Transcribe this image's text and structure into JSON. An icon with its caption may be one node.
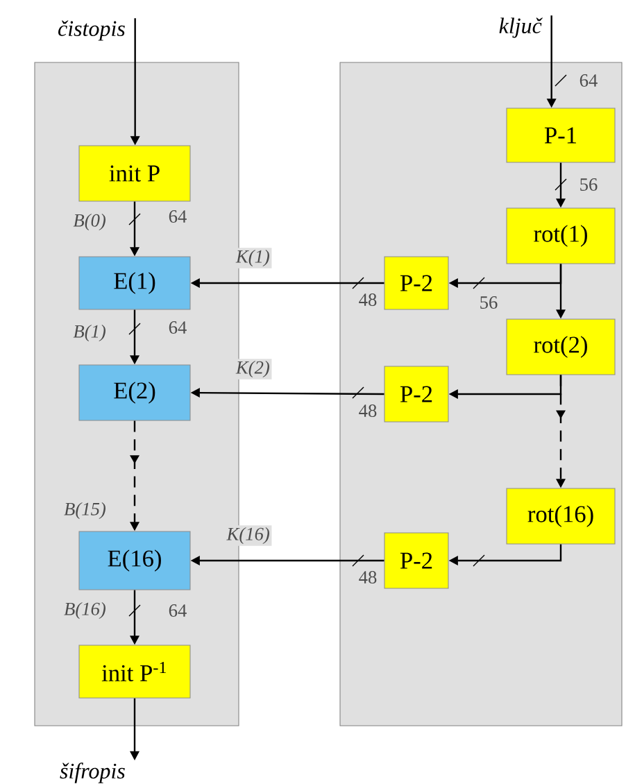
{
  "diagram": {
    "nodes": [
      {
        "text": [],
        "shape": "box"
      },
      {
        "text": [],
        "shape": "box"
      },
      {
        "text": [
          "čistopis"
        ]
      },
      {
        "text": [
          "init P"
        ],
        "in": 0
      },
      {
        "text": [
          "E(1)"
        ],
        "in": 0
      },
      {
        "text": [
          "E(2)"
        ],
        "in": 0
      },
      {
        "text": [
          "E(16)"
        ],
        "in": 0
      },
      {
        "text": [
          "init P$^{-1}$"
        ],
        "in": 0
      },
      {
        "text": [
          "šifropis"
        ]
      },
      {
        "text": [
          "ključ"
        ]
      },
      {
        "text": [
          "P-1"
        ],
        "in": 1
      },
      {
        "text": [
          "rot(1)"
        ],
        "in": 1
      },
      {
        "text": [
          "rot(2)"
        ],
        "in": 1
      },
      {
        "text": [
          "rot(16)"
        ],
        "in": 1
      },
      {
        "text": [
          "P-2"
        ],
        "in": 1
      },
      {
        "text": [
          "P-2"
        ],
        "in": 1
      },
      {
        "text": [
          "P-2"
        ],
        "in": 1
      }
    ],
    "edges": [
      {
        "from": 2,
        "to": 3,
        "arrow": "to"
      },
      {
        "from": 3,
        "to": 4,
        "arrow": "to",
        "label": "B(0)"
      },
      {
        "from": 4,
        "to": 5,
        "arrow": "to",
        "label": "B(1)"
      },
      {
        "from": 5,
        "to": 6,
        "arrow": "to",
        "label": "B(15)",
        "style": "dashed"
      },
      {
        "from": 6,
        "to": 7,
        "arrow": "to",
        "label": "B(16)"
      },
      {
        "from": 7,
        "to": 8,
        "arrow": "to"
      },
      {
        "from": 9,
        "to": 10,
        "arrow": "to"
      },
      {
        "from": 10,
        "to": 11,
        "arrow": "to"
      },
      {
        "from": 11,
        "to": 12,
        "arrow": "to"
      },
      {
        "from": 12,
        "to": 13,
        "arrow": "to",
        "style": "dashed"
      },
      {
        "from": 11,
        "to": 14,
        "arrow": "to"
      },
      {
        "from": 14,
        "to": 4,
        "arrow": "to",
        "label": "K(1)"
      },
      {
        "from": 12,
        "to": 15,
        "arrow": "to"
      },
      {
        "from": 15,
        "to": 5,
        "arrow": "to",
        "label": "K(2)"
      },
      {
        "from": 13,
        "to": 16,
        "arrow": "to"
      },
      {
        "from": 16,
        "to": 6,
        "arrow": "to",
        "label": "K(16)"
      }
    ],
    "labels": [
      "64",
      "56",
      "64",
      "48",
      "56",
      "64",
      "48",
      "48",
      "64"
    ]
  }
}
